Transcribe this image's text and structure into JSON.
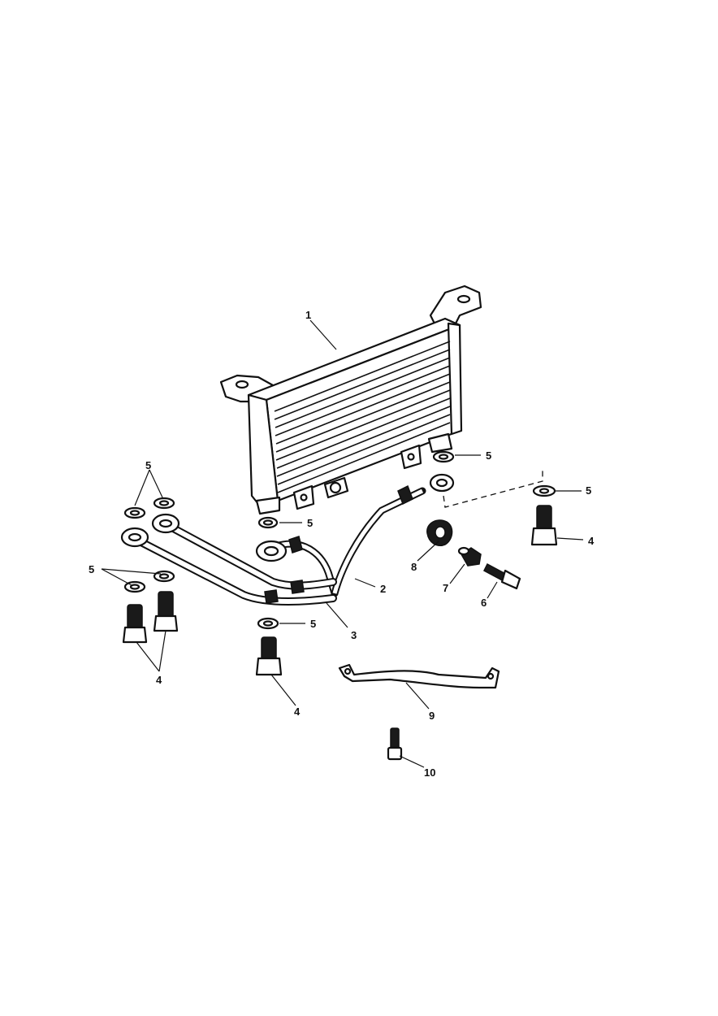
{
  "diagram": {
    "callouts": [
      {
        "id": "c1",
        "text": "1"
      },
      {
        "id": "c2",
        "text": "2"
      },
      {
        "id": "c3",
        "text": "3"
      },
      {
        "id": "c4a",
        "text": "4"
      },
      {
        "id": "c4b",
        "text": "4"
      },
      {
        "id": "c4c",
        "text": "4"
      },
      {
        "id": "c5a",
        "text": "5"
      },
      {
        "id": "c5b",
        "text": "5"
      },
      {
        "id": "c5c",
        "text": "5"
      },
      {
        "id": "c5d",
        "text": "5"
      },
      {
        "id": "c5e",
        "text": "5"
      },
      {
        "id": "c5f",
        "text": "5"
      },
      {
        "id": "c6",
        "text": "6"
      },
      {
        "id": "c7",
        "text": "7"
      },
      {
        "id": "c8",
        "text": "8"
      },
      {
        "id": "c9",
        "text": "9"
      },
      {
        "id": "c10",
        "text": "10"
      }
    ],
    "parts": [
      {
        "id": "oil-cooler",
        "ref": "1"
      },
      {
        "id": "hose-upper",
        "ref": "2"
      },
      {
        "id": "hose-lower",
        "ref": "3"
      },
      {
        "id": "banjo-bolt",
        "ref": "4"
      },
      {
        "id": "sealing-washer",
        "ref": "5"
      },
      {
        "id": "bolt",
        "ref": "6"
      },
      {
        "id": "spacer",
        "ref": "7"
      },
      {
        "id": "grommet",
        "ref": "8"
      },
      {
        "id": "bracket",
        "ref": "9"
      },
      {
        "id": "screw",
        "ref": "10"
      }
    ]
  }
}
